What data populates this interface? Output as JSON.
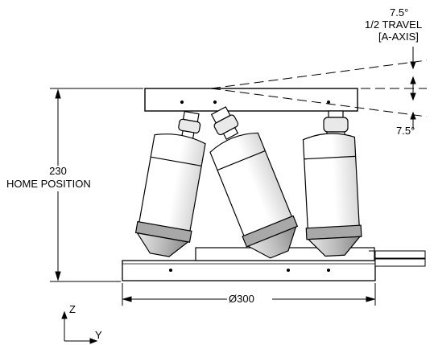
{
  "annotations": {
    "tilt_top": "7.5°",
    "half_travel": "1/2 TRAVEL",
    "axis": "[A-AXIS]",
    "tilt_bottom": "7.5°",
    "height_value": "230",
    "height_desc": "HOME POSITION",
    "diameter": "Ø300",
    "z_axis": "Z",
    "y_axis": "Y"
  },
  "colors": {
    "line": "#000000",
    "background": "#ffffff",
    "shade_light": "#e6e6e6",
    "shade_dark": "#9a9a9a"
  }
}
